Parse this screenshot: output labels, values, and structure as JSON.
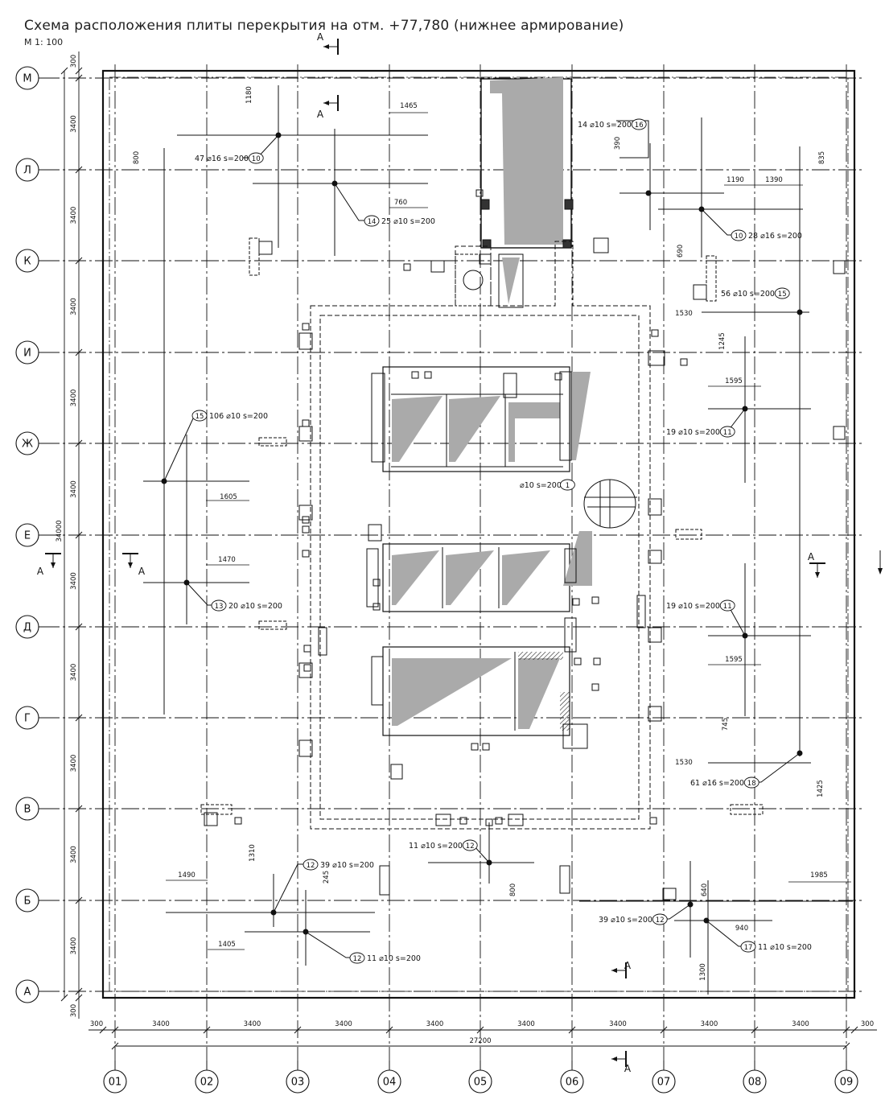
{
  "title": "Схема расположения плиты перекрытия на отм. +77,780 (нижнее армирование)",
  "scale": "М 1: 100",
  "row_axes": [
    "М",
    "Л",
    "К",
    "И",
    "Ж",
    "Е",
    "Д",
    "Г",
    "В",
    "Б",
    "А"
  ],
  "col_axes": [
    "01",
    "02",
    "03",
    "04",
    "05",
    "06",
    "07",
    "08",
    "09"
  ],
  "row_spacing": [
    "300",
    "3400",
    "3400",
    "3400",
    "3400",
    "3400",
    "3400",
    "3400",
    "3400",
    "3400",
    "3400",
    "300"
  ],
  "row_total": "34000",
  "col_spacing": [
    "300",
    "3400",
    "3400",
    "3400",
    "3400",
    "3400",
    "3400",
    "3400",
    "3400",
    "300"
  ],
  "col_total": "27200",
  "section_mark": "А",
  "rebar_notes": {
    "n10_top": "47 ⌀16 s=200",
    "n10_top_tag": "10",
    "n14": "25 ⌀10 s=200",
    "n14_tag": "14",
    "n16": "14 ⌀10 s=200",
    "n16_tag": "16",
    "n10_right": "28 ⌀16 s=200",
    "n10_right_tag": "10",
    "n15_right": "56 ⌀10 s=200",
    "n15_right_tag": "15",
    "n15_left": "106 ⌀10 s=200",
    "n15_left_tag": "15",
    "n11_upper": "19 ⌀10 s=200",
    "n11_upper_tag": "11",
    "n1": "⌀10 s=200",
    "n1_tag": "1",
    "n13": "20 ⌀10 s=200",
    "n13_tag": "13",
    "n11_lower": "19 ⌀10 s=200",
    "n11_lower_tag": "11",
    "n18": "61 ⌀16 s=200",
    "n18_tag": "18",
    "n12_a": "39 ⌀10 s=200",
    "n12_a_tag": "12",
    "n12_b": "11 ⌀10 s=200",
    "n12_b_tag": "12",
    "n12_c": "11 ⌀10 s=200",
    "n12_c_tag": "12",
    "n12_d": "39 ⌀10 s=200",
    "n12_d_tag": "12",
    "n17": "11 ⌀10 s=200",
    "n17_tag": "17"
  },
  "dimensions": {
    "d1180": "1180",
    "d1465": "1465",
    "d800a": "800",
    "d760": "760",
    "d390": "390",
    "d1190": "1190",
    "d1390": "1390",
    "d835": "835",
    "d690": "690",
    "d1530a": "1530",
    "d1245": "1245",
    "d1595a": "1595",
    "d1605": "1605",
    "d1470": "1470",
    "d1595b": "1595",
    "d745": "745",
    "d1530b": "1530",
    "d1425": "1425",
    "d1310": "1310",
    "d1490": "1490",
    "d245": "245",
    "d1405": "1405",
    "d800b": "800",
    "d1985": "1985",
    "d640": "640",
    "d940": "940",
    "d1300": "1300"
  }
}
